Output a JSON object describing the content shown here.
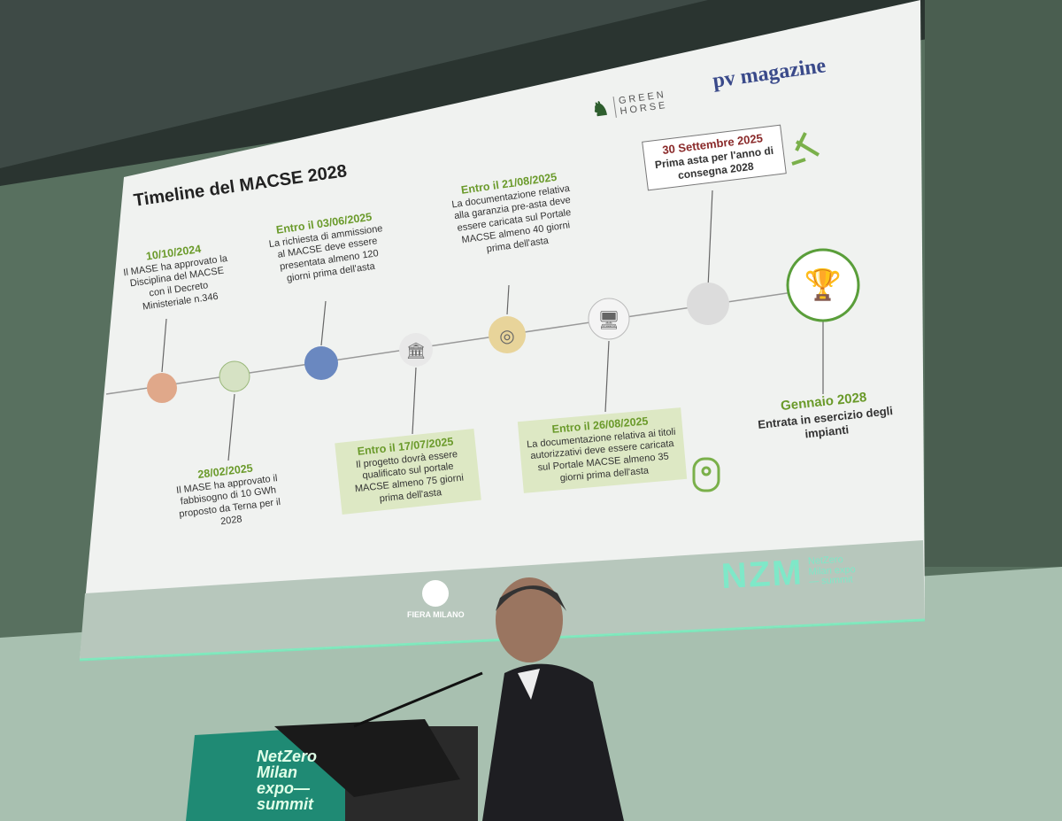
{
  "slide": {
    "title": "Timeline del MACSE 2028",
    "logos": {
      "greenhorse": "GREEN HORSE",
      "pvmagazine": "pv magazine",
      "fiera": "FIERA MILANO",
      "nzm": "NZM",
      "nzm_text": "NetZero Milan expo— summit"
    },
    "events": [
      {
        "date": "10/10/2024",
        "text": "Il MASE ha approvato la Disciplina del MACSE con il Decreto Ministeriale n.346"
      },
      {
        "date": "28/02/2025",
        "text": "Il MASE ha approvato il fabbisogno di 10 GWh proposto da Terna per il 2028"
      },
      {
        "date": "Entro il 03/06/2025",
        "text": "La richiesta di ammissione al MACSE deve essere presentata almeno 120 giorni prima dell'asta"
      },
      {
        "date": "Entro il 17/07/2025",
        "text": "Il progetto dovrà essere qualificato sul portale MACSE almeno 75 giorni prima dell'asta"
      },
      {
        "date": "Entro il 21/08/2025",
        "text": "La documentazione relativa alla garanzia pre-asta deve essere caricata sul Portale MACSE almeno 40 giorni prima dell'asta"
      },
      {
        "date": "Entro il 26/08/2025",
        "text": "La documentazione relativa ai titoli autorizzativi deve essere caricata sul Portale MACSE almeno 35 giorni prima dell'asta"
      },
      {
        "date": "30 Settembre 2025",
        "text": "Prima asta per l'anno di consegna 2028"
      },
      {
        "date": "Gennaio 2028",
        "text": "Entrata in esercizio degli impianti"
      }
    ]
  },
  "podium": {
    "brand": "NetZero Milan expo— summit"
  },
  "colors": {
    "accent_green": "#6a9a2a",
    "date_red": "#8a2a2a",
    "wall": "#4d6458"
  }
}
